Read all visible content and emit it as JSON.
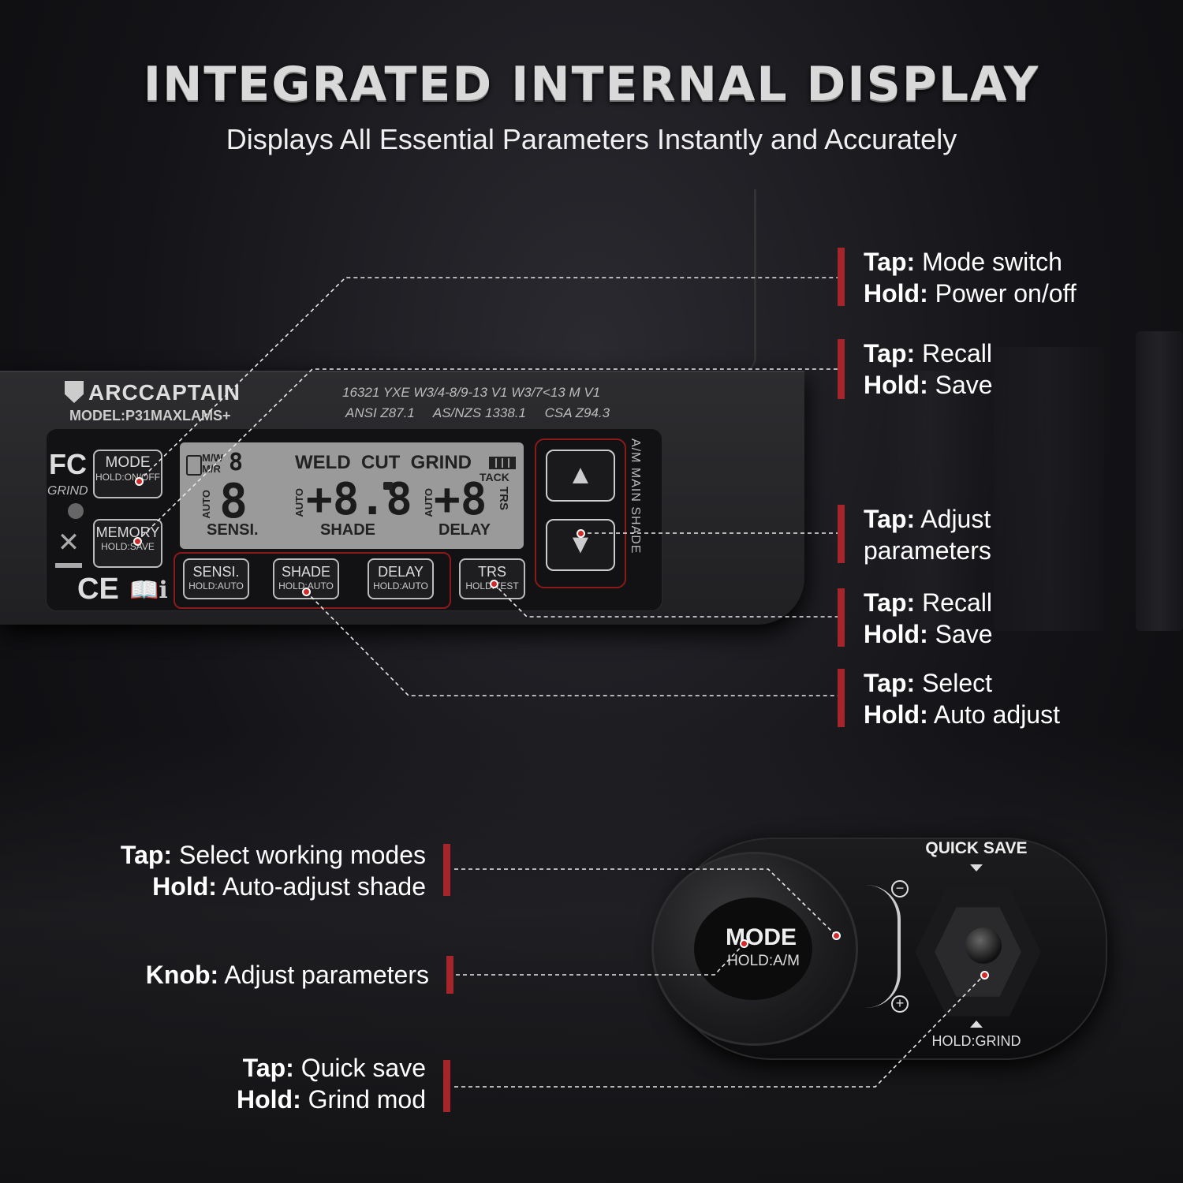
{
  "header": {
    "title": "INTEGRATED INTERNAL DISPLAY",
    "subtitle": "Displays All Essential Parameters Instantly and Accurately"
  },
  "device": {
    "brand": "ARCCAPTAIN",
    "model": "MODEL:P31MAXLAMS+",
    "cert_line1": "16321 YXE W3/4-8/9-13 V1  W3/7<13 M V1",
    "cert_line2": "ANSI Z87.1     AS/NZS 1338.1     CSA Z94.3",
    "fc": "FC",
    "grind": "GRIND",
    "ce": "CE",
    "mode_button": {
      "label": "MODE",
      "hold": "HOLD:ON/OFF"
    },
    "memory_button": {
      "label": "MEMORY",
      "hold": "HOLD:SAVE"
    },
    "bottom_buttons": [
      {
        "label": "SENSI.",
        "hold": "HOLD:AUTO"
      },
      {
        "label": "SHADE",
        "hold": "HOLD:AUTO"
      },
      {
        "label": "DELAY",
        "hold": "HOLD:AUTO"
      },
      {
        "label": "TRS",
        "hold": "HOLD:TEST"
      }
    ],
    "lcd": {
      "modes": "WELD  CUT  GRIND",
      "mw": "M/W",
      "mr": "M/R",
      "tack": "TACK",
      "trs": "TRS",
      "auto": "AUTO",
      "sensi_digit": "8",
      "shade_digits": "+8.8",
      "delay_digits": "+8",
      "memory_digit": "8",
      "sensi_label": "SENSI.",
      "shade_label": "SHADE",
      "delay_label": "DELAY"
    },
    "main_shade": "A/M MAIN SHADE",
    "pod": {
      "knob_label": "MODE",
      "knob_hold": "HOLD:A/M",
      "quick_save": "QUICK SAVE",
      "hold_grind": "HOLD:GRIND"
    }
  },
  "callouts_right": [
    {
      "k1": "Tap:",
      "v1": " Mode switch",
      "k2": "Hold:",
      "v2": " Power on/off"
    },
    {
      "k1": "Tap:",
      "v1": " Recall",
      "k2": "Hold:",
      "v2": " Save"
    },
    {
      "k1": "Tap:",
      "v1": " Adjust",
      "k2": "",
      "v2": "parameters"
    },
    {
      "k1": "Tap:",
      "v1": " Recall",
      "k2": "Hold:",
      "v2": " Save"
    },
    {
      "k1": "Tap:",
      "v1": " Select",
      "k2": "Hold:",
      "v2": " Auto adjust"
    }
  ],
  "callouts_left": [
    {
      "k1": "Tap:",
      "v1": " Select working modes",
      "k2": "Hold:",
      "v2": " Auto-adjust shade"
    },
    {
      "k1": "Knob:",
      "v1": " Adjust parameters",
      "k2": "",
      "v2": ""
    },
    {
      "k1": "Tap:",
      "v1": " Quick save",
      "k2": "Hold:",
      "v2": " Grind mod"
    }
  ],
  "colors": {
    "accent": "#a5262a",
    "background": "#141418",
    "text": "#ffffff"
  },
  "icons": [
    "shield-icon",
    "weee-bin-icon",
    "manual-info-icon",
    "up-arrow-icon",
    "down-arrow-icon",
    "battery-icon",
    "lock-icon",
    "minus-icon",
    "plus-icon"
  ]
}
